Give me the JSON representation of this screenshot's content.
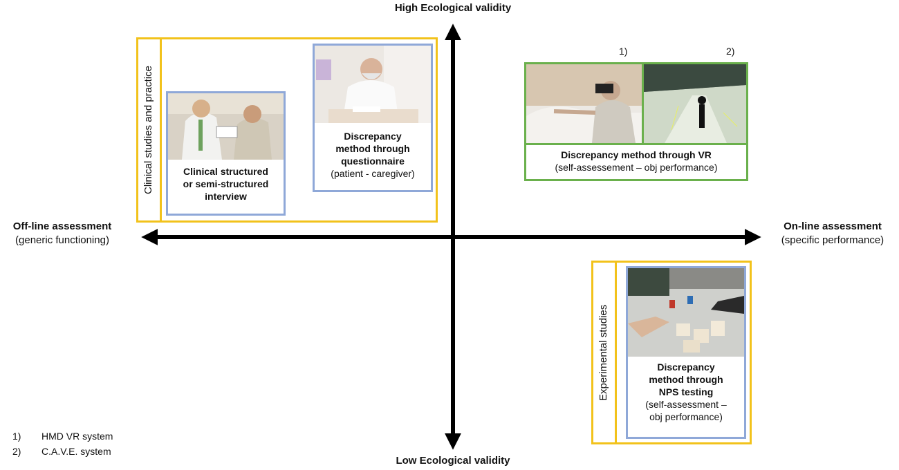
{
  "axes": {
    "top": "High Ecological validity",
    "bottom": "Low Ecological validity",
    "left": {
      "title": "Off-line assessment",
      "subtitle": "(generic functioning)"
    },
    "right": {
      "title": "On-line assessment",
      "subtitle": "(specific performance)"
    }
  },
  "quadrant_clinical": {
    "side_label": "Clinical studies and practice",
    "card_interview": {
      "lines": [
        "Clinical structured",
        "or semi-structured",
        "interview"
      ]
    },
    "card_questionnaire": {
      "lines": [
        "Discrepancy",
        "method through",
        "questionnaire"
      ],
      "sub": "(patient - caregiver)"
    }
  },
  "quadrant_vr": {
    "marker_1": "1)",
    "marker_2": "2)",
    "title": "Discrepancy method through VR",
    "sub": "(self-assessement – obj performance)"
  },
  "quadrant_experimental": {
    "side_label": "Experimental studies",
    "lines": [
      "Discrepancy",
      "method through",
      "NPS testing"
    ],
    "sub": [
      "(self-assessment –",
      "obj performance)"
    ]
  },
  "footnotes": [
    {
      "num": "1)",
      "text": "HMD VR system"
    },
    {
      "num": "2)",
      "text": "C.A.V.E. system"
    }
  ],
  "colors": {
    "yellow": "#f2c21b",
    "green": "#6ab04c",
    "blue": "#8fa8d8",
    "arrow": "#000000"
  }
}
